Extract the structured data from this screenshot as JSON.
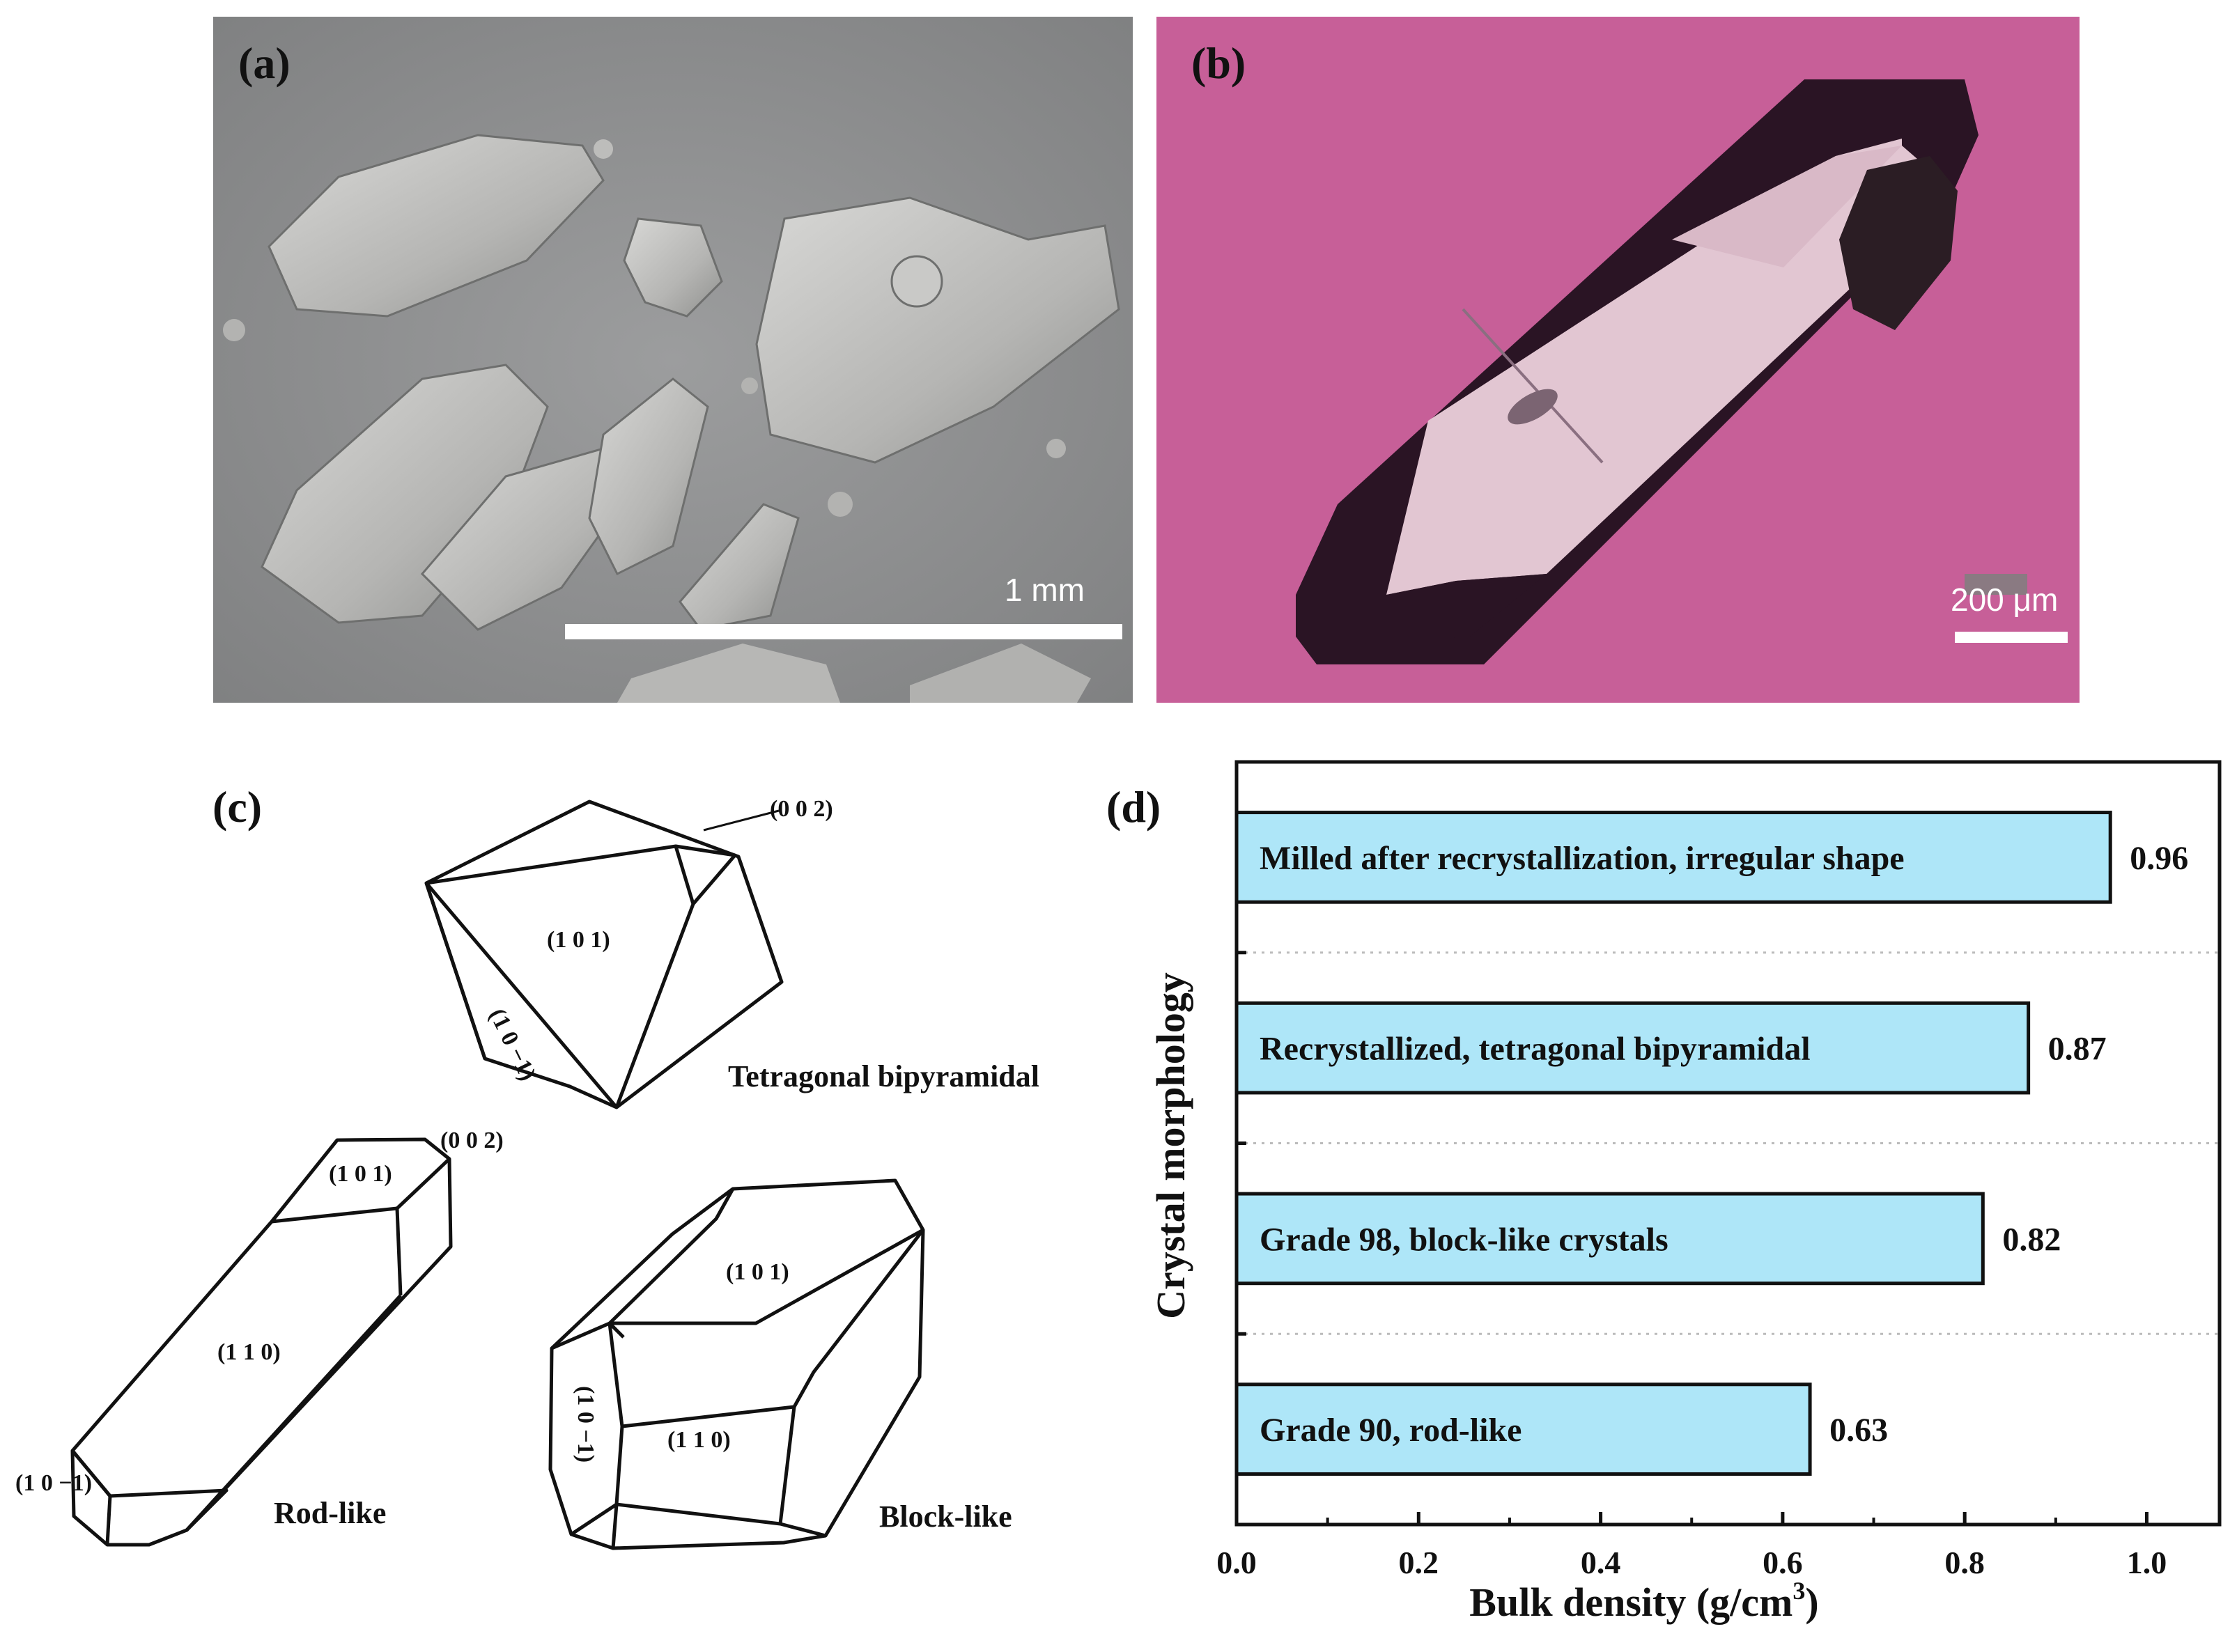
{
  "panel_a": {
    "label": "(a)",
    "scale_bar": "1 mm"
  },
  "panel_b": {
    "label": "(b)",
    "scale_bar": "200 μm"
  },
  "panel_c": {
    "label": "(c)",
    "bipyramid": {
      "name": "Tetragonal bipyramidal",
      "face_002": "(0 0 2)",
      "face_101": "(1 0 1)",
      "face_10m1": "(1 0 −1)"
    },
    "rod": {
      "name": "Rod-like",
      "face_002": "(0 0 2)",
      "face_101": "(1 0 1)",
      "face_110": "(1 1 0)",
      "face_10m1": "(1 0 −1)"
    },
    "block": {
      "name": "Block-like",
      "face_101": "(1 0 1)",
      "face_110": "(1 1 0)",
      "face_10m1": "(1 0 −1)"
    }
  },
  "chart_data": {
    "panel_label": "(d)",
    "type": "bar",
    "orientation": "horizontal",
    "xlabel": "Bulk density (g/cm",
    "xlabel_sup": "3",
    "xlabel_end": ")",
    "ylabel": "Crystal morphology",
    "xlim": [
      0.0,
      1.08
    ],
    "xticks": [
      "0.0",
      "0.2",
      "0.4",
      "0.6",
      "0.8",
      "1.0"
    ],
    "bar_color": "#aee6f8",
    "grid": "horizontal dotted",
    "categories": [
      "Milled after recrystallization, irregular shape",
      "Recrystallized, tetragonal bipyramidal",
      "Grade 98, block-like crystals",
      "Grade 90, rod-like"
    ],
    "values": [
      0.96,
      0.87,
      0.82,
      0.63
    ],
    "value_labels": [
      "0.96",
      "0.87",
      "0.82",
      "0.63"
    ]
  }
}
